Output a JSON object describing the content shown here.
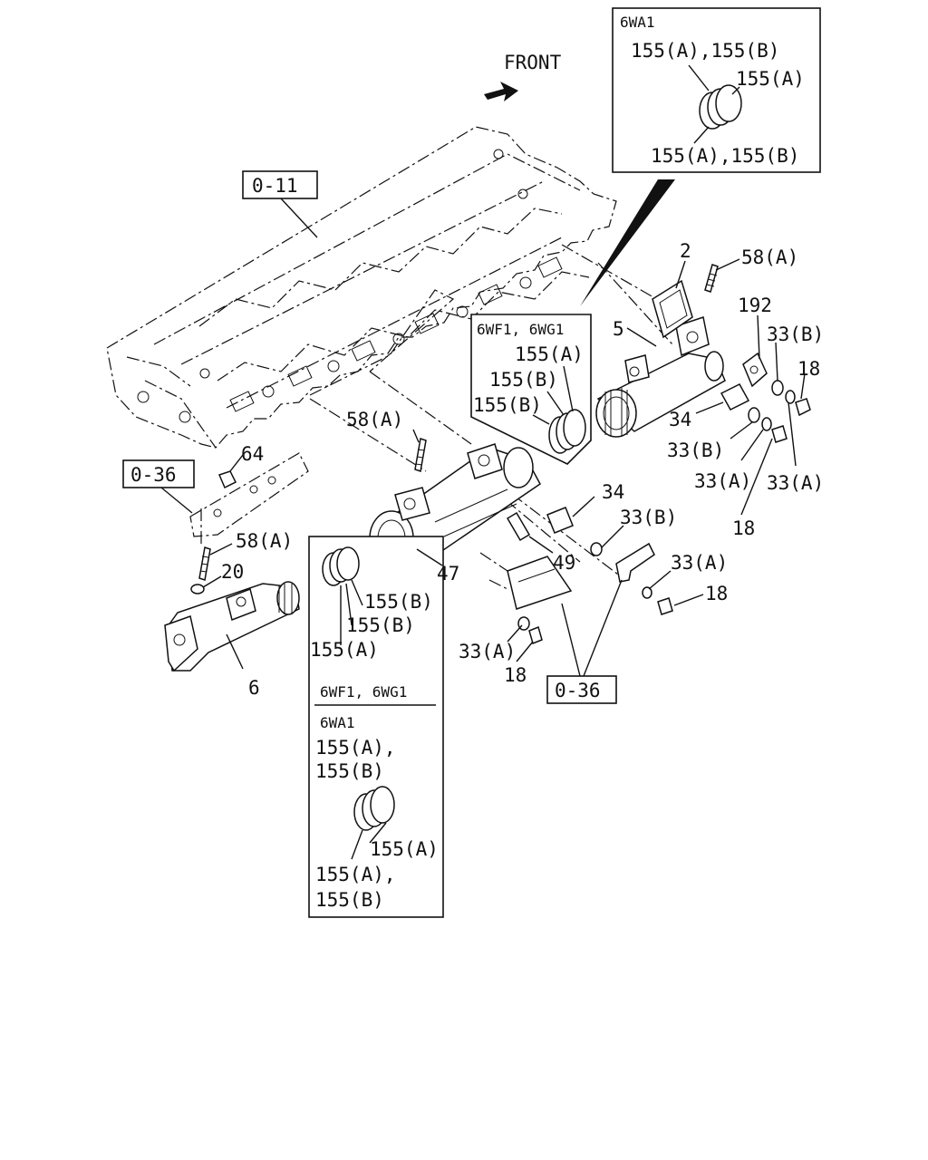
{
  "direction": {
    "label": "FRONT"
  },
  "refs": {
    "cylinder_head": "0-11",
    "bracket_left": "0-36",
    "bracket_bottom": "0-36"
  },
  "labels": {
    "p2": "2",
    "p58a_top": "58(A)",
    "p192": "192",
    "p5": "5",
    "p33b_1": "33(B)",
    "p18_1": "18",
    "p34_1": "34",
    "p33b_2": "33(B)",
    "p33a_1": "33(A)",
    "p33a_2": "33(A)",
    "p18_2": "18",
    "p58a_mid": "58(A)",
    "p64": "64",
    "p34_2": "34",
    "p33b_3": "33(B)",
    "p49": "49",
    "p47": "47",
    "p58a_left": "58(A)",
    "p20": "20",
    "p33a_3": "33(A)",
    "p18_3": "18",
    "p6": "6",
    "p33a_4": "33(A)",
    "p18_4": "18"
  },
  "inset_top": {
    "model": "6WA1",
    "line1": "155(A),155(B)",
    "line2": "155(A)",
    "line3": "155(A),155(B)"
  },
  "inset_mid": {
    "models": "6WF1, 6WG1",
    "l1": "155(A)",
    "l2": "155(B)",
    "l3": "155(B)"
  },
  "inset_bottom": {
    "a1": "155(B)",
    "a2": "155(B)",
    "a3": "155(A)",
    "models": "6WF1, 6WG1",
    "model2": "6WA1",
    "b1": "155(A),",
    "b2": "155(B)",
    "b3": "155(A)",
    "b4": "155(A),",
    "b5": "155(B)"
  }
}
